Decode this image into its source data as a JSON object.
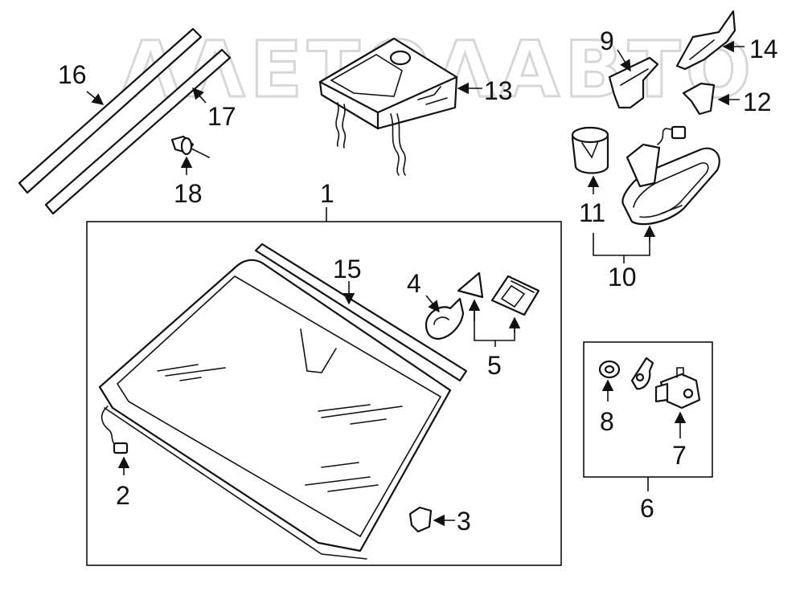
{
  "watermark": "ΛΛΕΤΟΛΑΒΤΟ",
  "callouts": {
    "c1": "1",
    "c2": "2",
    "c3": "3",
    "c4": "4",
    "c5": "5",
    "c6": "6",
    "c7": "7",
    "c8": "8",
    "c9": "9",
    "c10": "10",
    "c11": "11",
    "c12": "12",
    "c13": "13",
    "c14": "14",
    "c15": "15",
    "c16": "16",
    "c17": "17",
    "c18": "18"
  }
}
